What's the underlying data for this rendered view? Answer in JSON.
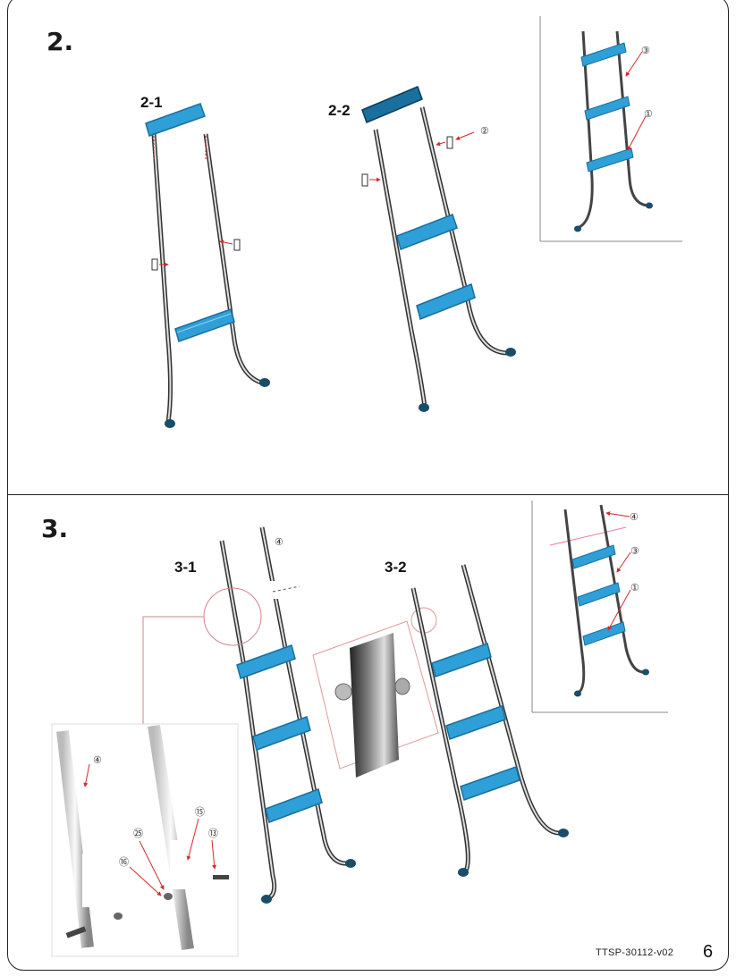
{
  "steps": [
    {
      "number": "2.",
      "sub_steps": [
        "2-1",
        "2-2"
      ]
    },
    {
      "number": "3.",
      "sub_steps": [
        "3-1",
        "3-2"
      ]
    }
  ],
  "callouts": {
    "c1": "①",
    "c2": "②",
    "c3": "③",
    "c4": "④",
    "c13": "⑬",
    "c15": "⑮",
    "c16": "⑯",
    "c25": "㉕"
  },
  "footer": {
    "code": "TTSP-30112-v02",
    "page": "6"
  },
  "colors": {
    "step_blue": "#2f9fd8",
    "step_dark": "#1a6f9e",
    "pointer_red": "#d42a2a",
    "outline": "#222222"
  }
}
